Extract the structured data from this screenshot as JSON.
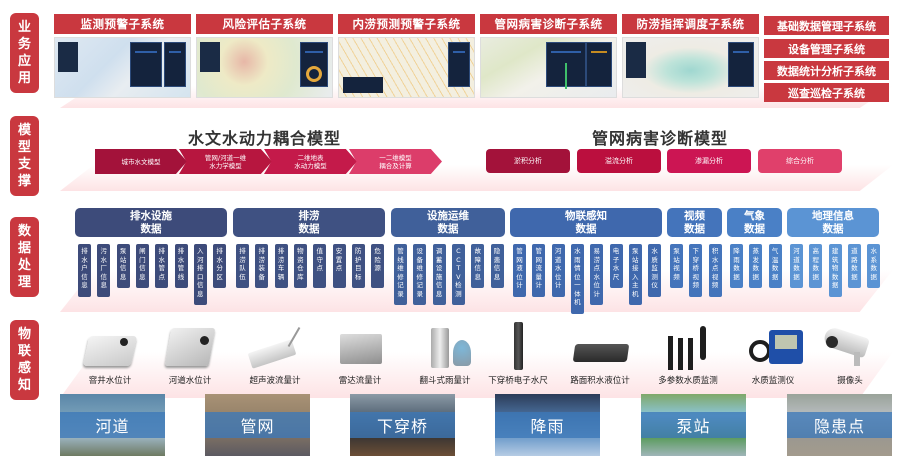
{
  "layers": [
    {
      "label": "业务应用"
    },
    {
      "label": "模型支撑"
    },
    {
      "label": "数据处理"
    },
    {
      "label": "物联感知"
    }
  ],
  "applications": {
    "cards": [
      {
        "title": "监测预警子系统"
      },
      {
        "title": "风险评估子系统"
      },
      {
        "title": "内涝预测预警子系统"
      },
      {
        "title": "管网病害诊断子系统"
      },
      {
        "title": "防涝指挥调度子系统"
      }
    ],
    "side_buttons": [
      {
        "label": "基础数据管理子系统"
      },
      {
        "label": "设备管理子系统"
      },
      {
        "label": "数据统计分析子系统"
      },
      {
        "label": "巡查巡检子系统"
      }
    ]
  },
  "models": {
    "hydro": {
      "title": "水文水动力耦合模型",
      "steps": [
        {
          "label": "城市水文模型",
          "color": "#a3123a"
        },
        {
          "label": "管网/河道一维\n水力学模型",
          "color": "#b7163f"
        },
        {
          "label": "二维地表\n水动力模型",
          "color": "#c41a4a"
        },
        {
          "label": "一二维模型\n耦合及计算",
          "color": "#dc3d6a"
        }
      ]
    },
    "pipe": {
      "title": "管网病害诊断模型",
      "items": [
        {
          "label": "淤积分析",
          "color": "#a3123a"
        },
        {
          "label": "溢流分析",
          "color": "#bb0f3e"
        },
        {
          "label": "渗漏分析",
          "color": "#cc1553"
        },
        {
          "label": "综合分析",
          "color": "#e0406b"
        }
      ]
    }
  },
  "data_processing": {
    "categories": [
      {
        "name": "排水设施\n数据",
        "color": "#3d4b7a",
        "items": [
          "排水户信息",
          "污水厂信息",
          "泵站信息",
          "闸门信息",
          "排水管点",
          "排水管线",
          "入河排口信息",
          "排水分区"
        ]
      },
      {
        "name": "排涝\n数据",
        "color": "#3f5182",
        "items": [
          "排涝队伍",
          "排涝装备",
          "排涝车辆",
          "物资仓库",
          "值守点",
          "安置点",
          "防护目标",
          "危险源"
        ]
      },
      {
        "name": "设施运维\n数据",
        "color": "#40609a",
        "items": [
          "管线维修记录",
          "设备维修记录",
          "调蓄设施信息",
          "CCTV检测",
          "故障信息",
          "隐患信息"
        ]
      },
      {
        "name": "物联感知\n数据",
        "color": "#3f68ad",
        "items": [
          "管网液位计",
          "管网流量计",
          "河道水位计",
          "水雨情位一体机",
          "易涝点水位计",
          "电子水尺",
          "泵站接入主机",
          "水质监测仪"
        ]
      },
      {
        "name": "视频\n数据",
        "color": "#4474bb",
        "items": [
          "泵站视频",
          "下穿桥视频",
          "积水点视频"
        ]
      },
      {
        "name": "气象\n数据",
        "color": "#4a80c6",
        "items": [
          "降雨数据",
          "蒸发数据",
          "气温数据"
        ]
      },
      {
        "name": "地理信息\n数据",
        "color": "#5b94d4",
        "items": [
          "河道数据",
          "高程数据",
          "建筑物数据",
          "道路数据",
          "水系数据"
        ]
      }
    ]
  },
  "iot_devices": [
    {
      "label": "窨井水位计",
      "icon": "manhole-level-meter-icon"
    },
    {
      "label": "河道水位计",
      "icon": "river-level-meter-icon"
    },
    {
      "label": "超声波流量计",
      "icon": "ultrasonic-flowmeter-icon"
    },
    {
      "label": "雷达流量计",
      "icon": "radar-flowmeter-icon"
    },
    {
      "label": "翻斗式雨量计",
      "icon": "tipping-bucket-rain-gauge-icon"
    },
    {
      "label": "下穿桥电子水尺",
      "icon": "electronic-water-gauge-icon"
    },
    {
      "label": "路面积水液位计",
      "icon": "road-ponding-level-meter-icon"
    },
    {
      "label": "多参数水质监测",
      "icon": "multi-parameter-water-quality-icon"
    },
    {
      "label": "水质监测仪",
      "icon": "water-quality-monitor-icon"
    },
    {
      "label": "摄像头",
      "icon": "camera-icon"
    }
  ],
  "scenes": [
    {
      "label": "河道"
    },
    {
      "label": "管网"
    },
    {
      "label": "下穿桥"
    },
    {
      "label": "降雨"
    },
    {
      "label": "泵站"
    },
    {
      "label": "隐患点"
    }
  ],
  "colors": {
    "accent_red": "#c9383f",
    "band_pink": "#fde3e5"
  }
}
